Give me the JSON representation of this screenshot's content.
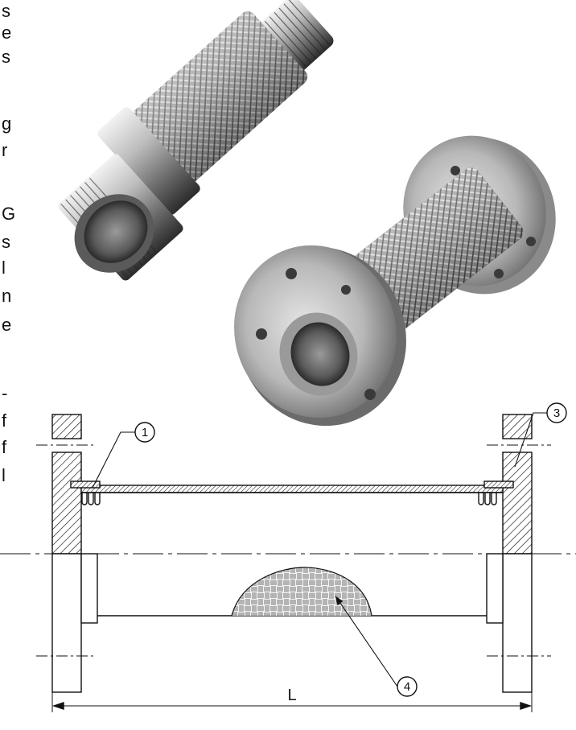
{
  "edge_text": [
    "s",
    "e",
    "s",
    "g",
    "r",
    "G",
    "s",
    "l",
    "n",
    "e",
    "-",
    "f",
    "f",
    "l"
  ],
  "callouts": [
    "1",
    "3",
    "4"
  ],
  "dimension_label": "L",
  "photos": {
    "threaded_hose": "threaded-braided-hose-photo",
    "flanged_hose": "flanged-braided-hose-photo"
  },
  "colors": {
    "steel_light": "#d9d9d9",
    "steel_dark": "#4a4a4a",
    "line": "#111111"
  }
}
